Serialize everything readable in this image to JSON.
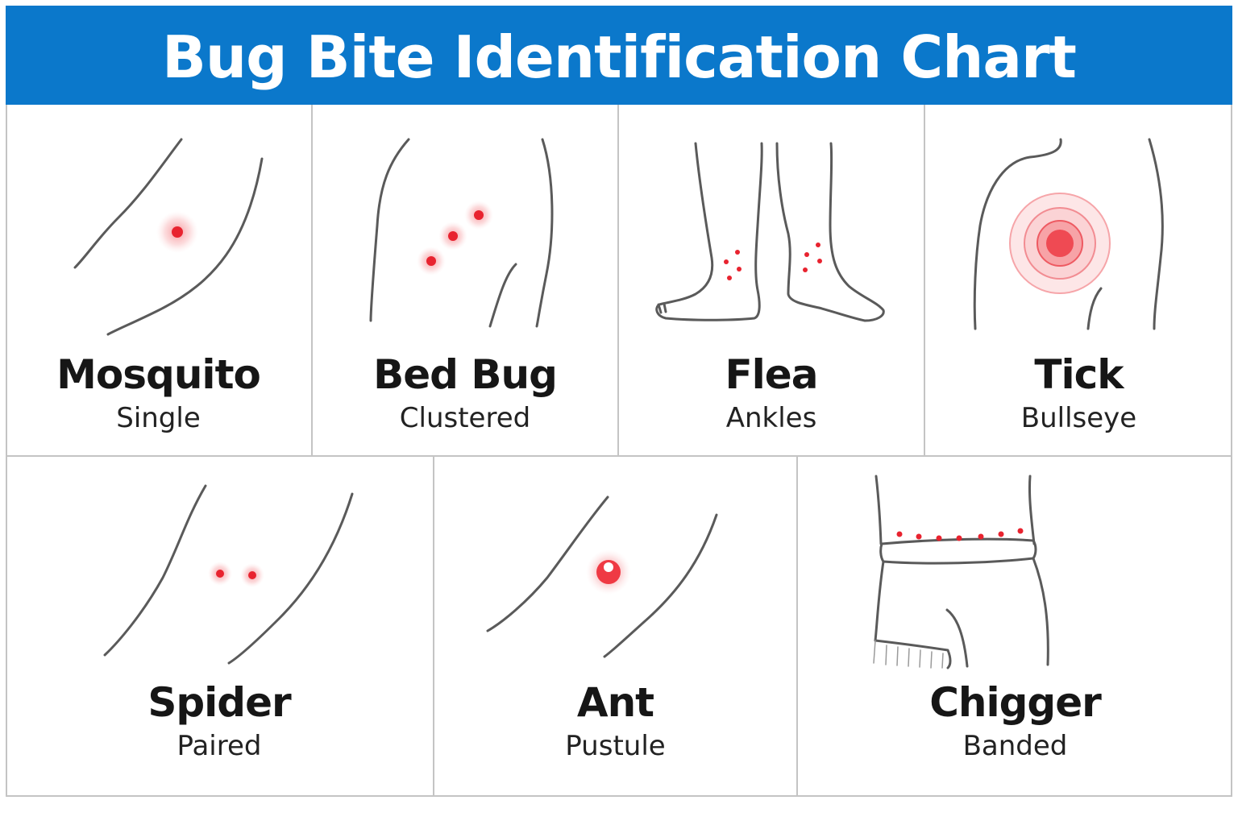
{
  "title": "Bug Bite Identification Chart",
  "colors": {
    "header": "#0b78cb",
    "bite": "#e8232f",
    "outline": "#5a5a5a"
  },
  "bites": [
    {
      "name": "Mosquito",
      "pattern": "Single"
    },
    {
      "name": "Bed Bug",
      "pattern": "Clustered"
    },
    {
      "name": "Flea",
      "pattern": "Ankles"
    },
    {
      "name": "Tick",
      "pattern": "Bullseye"
    },
    {
      "name": "Spider",
      "pattern": "Paired"
    },
    {
      "name": "Ant",
      "pattern": "Pustule"
    },
    {
      "name": "Chigger",
      "pattern": "Banded"
    }
  ]
}
